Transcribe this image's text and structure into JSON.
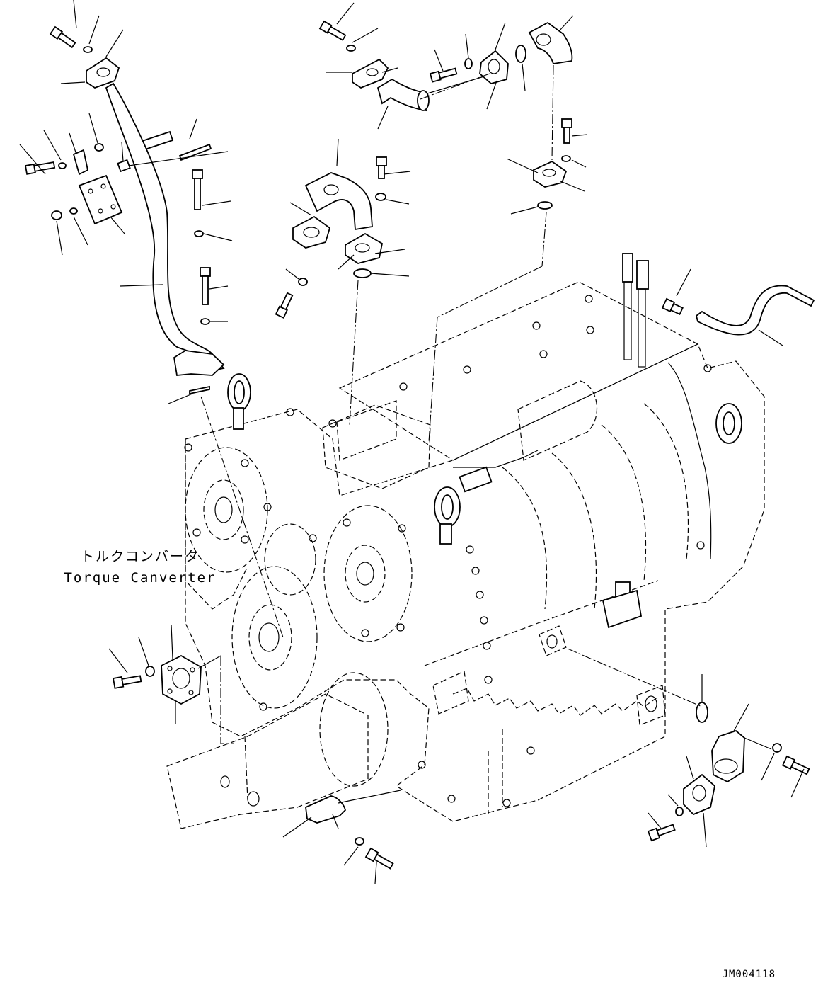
{
  "diagram": {
    "label_japanese": "トルクコンバータ",
    "label_english": "Torque Canverter",
    "drawing_number": "JM004118"
  }
}
